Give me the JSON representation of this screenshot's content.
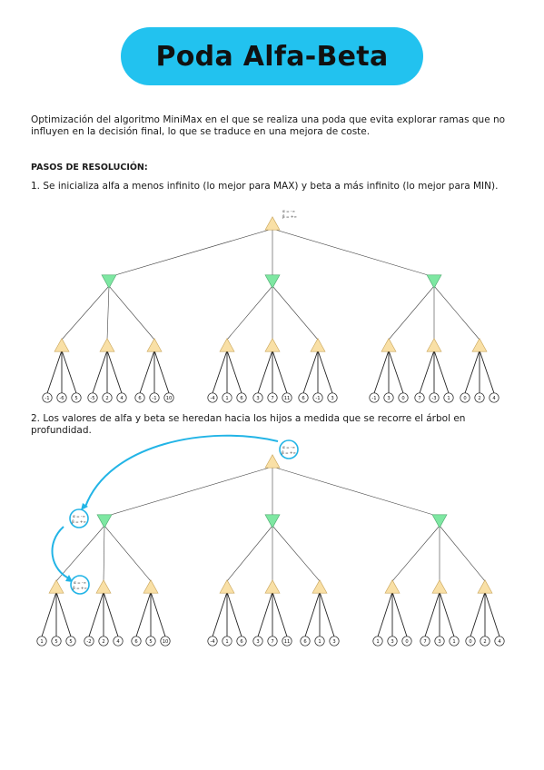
{
  "title": "Poda Alfa-Beta",
  "intro": "Optimización del algoritmo MiniMax en el que se realiza una poda que evita explorar ramas que no influyen en la decisión final, lo que se traduce en una mejora de coste.",
  "steps_heading": "PASOS DE RESOLUCIÓN:",
  "steps": [
    "1. Se inicializa alfa a menos infinito (lo mejor para MAX) y beta a más infinito (lo mejor para MIN).",
    "2. Los valores de alfa y beta se heredan hacia los hijos a medida que se recorre el árbol en profundidad."
  ],
  "labels": {
    "alpha": "α = -∞",
    "beta": "β = +∞"
  },
  "tree1_leaves": [
    "-1",
    "-6",
    "5",
    "-5",
    "2",
    "4",
    "6",
    "-1",
    "10",
    "-4",
    "1",
    "6",
    "3",
    "7",
    "11",
    "6",
    "-1",
    "3",
    "-1",
    "3",
    "0",
    "7",
    "-3",
    "1",
    "0",
    "2",
    "4"
  ],
  "tree2_leaves": [
    "1",
    "5",
    "5",
    "-2",
    "2",
    "4",
    "6",
    "5",
    "10",
    "-4",
    "1",
    "6",
    "3",
    "7",
    "11",
    "6",
    "1",
    "3",
    "1",
    "3",
    "0",
    "7",
    "3",
    "1",
    "0",
    "2",
    "4"
  ],
  "colors": {
    "title_bg": "#22c2ef",
    "max_node": "#f9e0a6",
    "min_node": "#7ee7a2",
    "arrow": "#22b4e6"
  }
}
